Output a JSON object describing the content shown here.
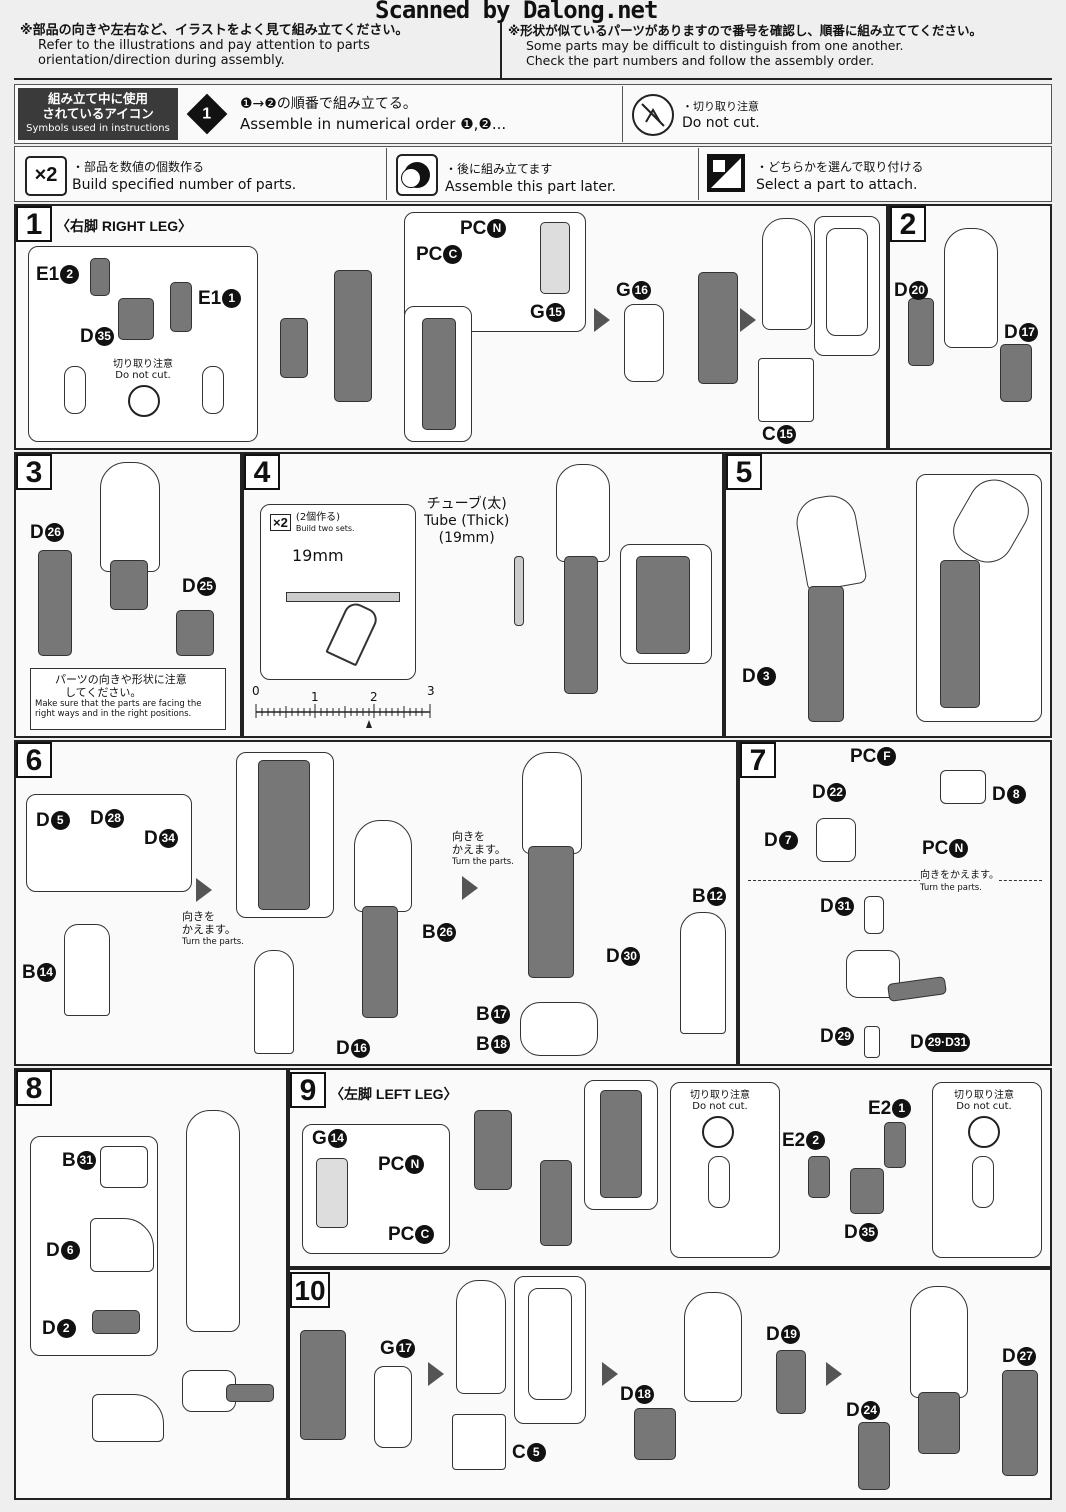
{
  "watermark": "Scanned by Dalong.net",
  "notes": {
    "left_jp": "※部品の向きや左右など、イラストをよく見て組み立てください。",
    "left_en_1": "Refer to the illustrations and pay attention to parts",
    "left_en_2": "orientation/direction during assembly.",
    "right_jp": "※形状が似ているパーツがありますので番号を確認し、順番に組み立ててください。",
    "right_en_1": "Some parts may be difficult to distinguish from one another.",
    "right_en_2": "Check the part numbers and follow the assembly order."
  },
  "legend": {
    "header_jp_1": "組み立て中に使用",
    "header_jp_2": "されているアイコン",
    "header_en": "Symbols used in instructions",
    "order_jp": "❶→❷の順番で組み立てる。",
    "order_en": "Assemble in numerical order ❶,❷...",
    "nocut_jp": "・切り取り注意",
    "nocut_en": "Do not cut.",
    "times2_icon": "×2",
    "times2_jp": "・部品を数値の個数作る",
    "times2_en": "Build specified number of parts.",
    "later_jp": "・後に組み立てます",
    "later_en": "Assemble this part later.",
    "select_jp": "・どちらかを選んで取り付ける",
    "select_en": "Select a part to attach."
  },
  "steps": {
    "s1": {
      "num": "1",
      "title": "〈右脚 RIGHT LEG〉",
      "labels": [
        "E1",
        "E1",
        "D",
        "PC",
        "PC",
        "G",
        "G",
        "C"
      ],
      "circ": [
        "2",
        "1",
        "35",
        "N",
        "C",
        "16",
        "15",
        "15"
      ],
      "nocut_jp": "切り取り注意",
      "nocut_en": "Do not cut."
    },
    "s2": {
      "num": "2",
      "labels": [
        "D",
        "D"
      ],
      "circ": [
        "20",
        "17"
      ]
    },
    "s3": {
      "num": "3",
      "labels": [
        "D",
        "D"
      ],
      "circ": [
        "26",
        "25"
      ],
      "caution_jp_1": "パーツの向きや形状に注意",
      "caution_jp_2": "してください。",
      "caution_en_1": "Make sure that the parts are facing the",
      "caution_en_2": "right ways and in the right positions."
    },
    "s4": {
      "num": "4",
      "x2": "×2",
      "x2_jp": "(2個作る)",
      "x2_en": "Build two sets.",
      "length": "19mm",
      "tube_jp": "チューブ(太)",
      "tube_en": "Tube (Thick)",
      "tube_len": "(19mm)",
      "ruler": [
        "0",
        "1",
        "2",
        "3"
      ]
    },
    "s5": {
      "num": "5",
      "labels": [
        "D"
      ],
      "circ": [
        "3"
      ]
    },
    "s6": {
      "num": "6",
      "labels": [
        "D",
        "D",
        "D",
        "B",
        "B",
        "D",
        "B",
        "D",
        "B",
        "B"
      ],
      "circ": [
        "5",
        "28",
        "34",
        "14",
        "26",
        "16",
        "12",
        "30",
        "17",
        "18"
      ],
      "turn_jp_1": "向きを",
      "turn_jp_2": "かえます。",
      "turn_en": "Turn the parts."
    },
    "s7": {
      "num": "7",
      "labels": [
        "PC",
        "D",
        "D",
        "D",
        "PC",
        "D",
        "D",
        "D"
      ],
      "circ": [
        "F",
        "22",
        "8",
        "7",
        "N",
        "31",
        "29",
        "29·D31"
      ],
      "turn_jp": "向きをかえます。",
      "turn_en": "Turn the parts."
    },
    "s8": {
      "num": "8",
      "labels": [
        "B",
        "D",
        "D"
      ],
      "circ": [
        "31",
        "6",
        "2"
      ]
    },
    "s9": {
      "num": "9",
      "title": "〈左脚 LEFT LEG〉",
      "labels": [
        "G",
        "PC",
        "PC",
        "E2",
        "E2",
        "D"
      ],
      "circ": [
        "14",
        "N",
        "C",
        "1",
        "2",
        "35"
      ],
      "nocut_jp": "切り取り注意",
      "nocut_en": "Do not cut."
    },
    "s10": {
      "num": "10",
      "labels": [
        "G",
        "C",
        "D",
        "D",
        "D",
        "D"
      ],
      "circ": [
        "17",
        "5",
        "18",
        "19",
        "24",
        "27"
      ]
    }
  }
}
